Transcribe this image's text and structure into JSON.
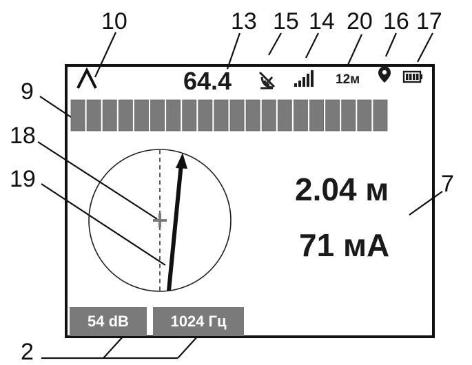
{
  "callouts": {
    "c10": "10",
    "c13": "13",
    "c15": "15",
    "c14": "14",
    "c20": "20",
    "c16": "16",
    "c17": "17",
    "c9": "9",
    "c18": "18",
    "c19": "19",
    "c7": "7",
    "c2": "2"
  },
  "status_bar": {
    "value": "64.4",
    "range": "12м"
  },
  "signal_bar": {
    "segments_total": 20,
    "segments_lit": 20
  },
  "readings": {
    "depth": "2.04 м",
    "current": "71 мА"
  },
  "badges": {
    "gain": "54 dB",
    "frequency": "1024 Гц"
  },
  "icons": {
    "peak_mode": "peak-mode-icon",
    "satellite": "satellite-off-icon",
    "signal": "signal-strength-icon",
    "location": "location-pin-icon",
    "battery": "battery-icon"
  },
  "colors": {
    "ink": "#111111",
    "bar_gray": "#7a7a7a",
    "badge_gray": "#7a7a7a"
  }
}
